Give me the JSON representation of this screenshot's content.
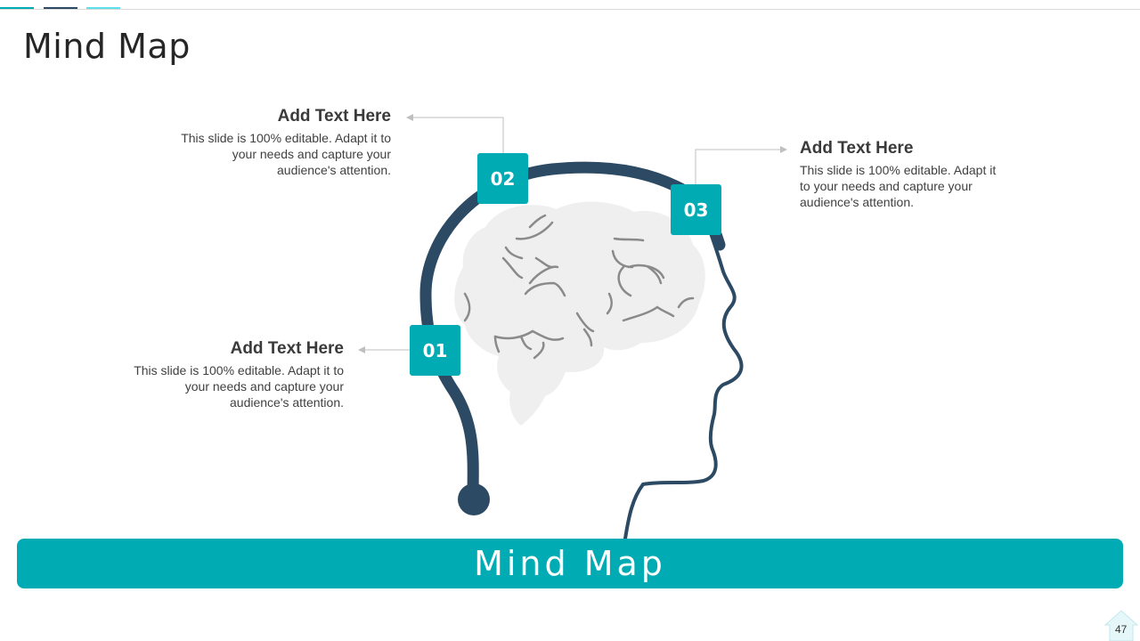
{
  "page": {
    "title": "Mind Map",
    "banner": "Mind Map",
    "page_number": "47"
  },
  "colors": {
    "accent_teal": "#00abb4",
    "dark_navy": "#2c4a63",
    "light_cyan": "#5ee0ec",
    "brain_fill": "#efefef",
    "brain_lines": "#8a8a8a"
  },
  "items": [
    {
      "number": "01",
      "heading": "Add Text Here",
      "body": "This slide is 100% editable. Adapt it to your needs and capture your audience's attention."
    },
    {
      "number": "02",
      "heading": "Add Text Here",
      "body": "This slide is 100% editable. Adapt it to your needs and capture your audience's attention."
    },
    {
      "number": "03",
      "heading": "Add Text Here",
      "body": "This slide is 100% editable. Adapt it to your needs and capture your audience's attention."
    }
  ],
  "icons": {
    "head": "head-silhouette-icon",
    "brain": "brain-icon",
    "home": "home-icon"
  }
}
